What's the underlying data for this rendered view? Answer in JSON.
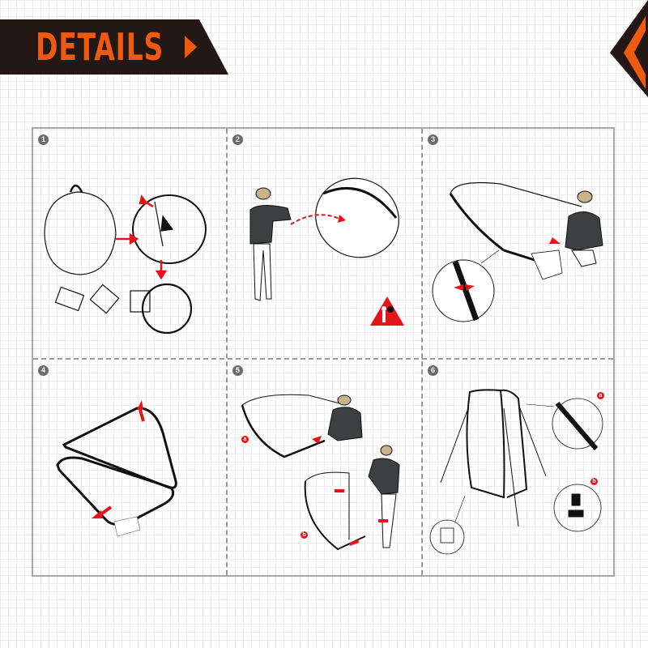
{
  "header": {
    "title": "DETAILS",
    "title_arrow_icon": "play-triangle-icon",
    "banner_color": "#231815",
    "accent_color": "#ee5a0f",
    "corner_decoration_icon": "chevron-left-icon"
  },
  "steps": [
    {
      "number": "1",
      "description_icon": "folded-tent-unpacking-illustration"
    },
    {
      "number": "2",
      "description_icon": "person-throwing-tent-illustration",
      "warning_icon": "warning-triangle-icon"
    },
    {
      "number": "3",
      "description_icon": "person-staking-tent-corner-illustration"
    },
    {
      "number": "4",
      "description_icon": "tent-frame-twist-illustration"
    },
    {
      "number": "5",
      "description_icon": "person-folding-tent-illustration",
      "labels": [
        "a",
        "b"
      ]
    },
    {
      "number": "6",
      "description_icon": "standing-tent-with-details-illustration",
      "labels": [
        "a",
        "b"
      ]
    }
  ],
  "colors": {
    "step_badge": "#6b6b6b",
    "arrow_red": "#e5131a",
    "panel_border": "#a8a8a8",
    "grid_line": "#ececec",
    "sweater": "#3d4040",
    "hat": "#c9b48a"
  }
}
